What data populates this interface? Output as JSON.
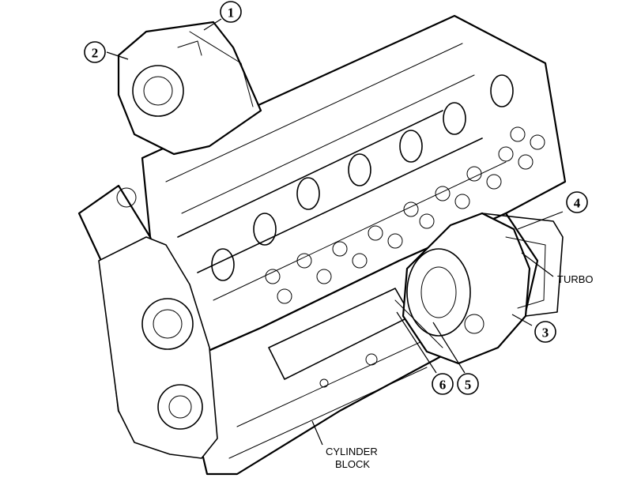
{
  "callouts": [
    {
      "id": "c1",
      "number": "1"
    },
    {
      "id": "c2",
      "number": "2"
    },
    {
      "id": "c3",
      "number": "3"
    },
    {
      "id": "c4",
      "number": "4"
    },
    {
      "id": "c5",
      "number": "5"
    },
    {
      "id": "c6",
      "number": "6"
    }
  ],
  "labels": {
    "turbo": "TURBO",
    "cylinder_line1": "CYLINDER",
    "cylinder_line2": "BLOCK"
  }
}
